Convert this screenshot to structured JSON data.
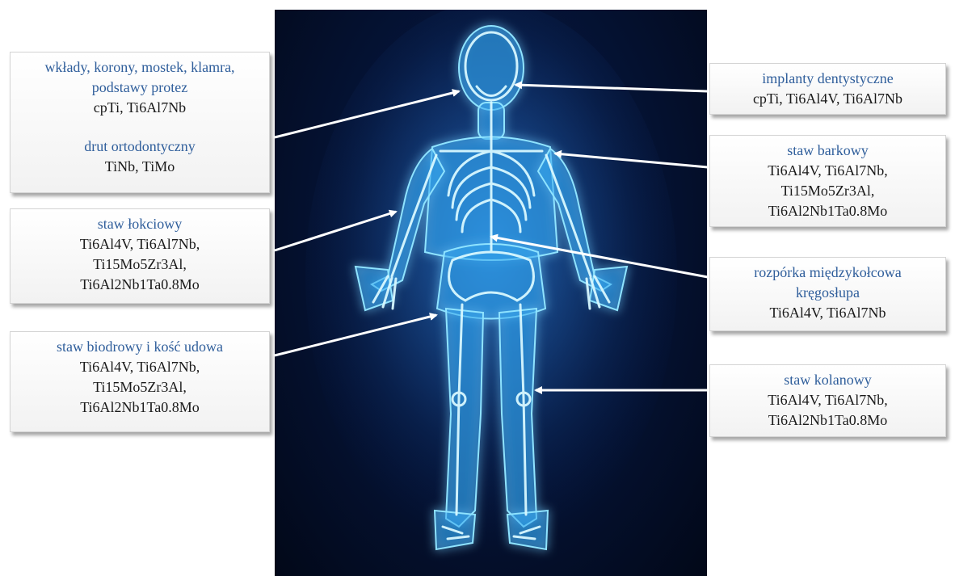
{
  "image": {
    "description": "glowing blue x-ray human skeleton on dark blue background",
    "palette": {
      "bg": "#020818",
      "glow": "#5fd0ff",
      "bone": "#bff2ff"
    }
  },
  "left_labels": [
    {
      "title_lines": [
        "wkłady, korony, mostek, klamra,",
        "podstawy protez"
      ],
      "materials_lines": [
        "cpTi, Ti6Al7Nb"
      ],
      "title2_lines": [
        "drut ortodontyczny"
      ],
      "materials2_lines": [
        "TiNb, TiMo"
      ]
    },
    {
      "title_lines": [
        "staw łokciowy"
      ],
      "materials_lines": [
        "Ti6Al4V, Ti6Al7Nb,",
        "Ti15Mo5Zr3Al,",
        "Ti6Al2Nb1Ta0.8Mo"
      ]
    },
    {
      "title_lines": [
        "staw biodrowy  i kość udowa"
      ],
      "materials_lines": [
        "Ti6Al4V, Ti6Al7Nb,",
        "Ti15Mo5Zr3Al,",
        "Ti6Al2Nb1Ta0.8Mo"
      ]
    }
  ],
  "right_labels": [
    {
      "title_lines": [
        "implanty  dentystyczne"
      ],
      "materials_lines": [
        "cpTi, Ti6Al4V, Ti6Al7Nb"
      ]
    },
    {
      "title_lines": [
        "staw barkowy"
      ],
      "materials_lines": [
        "Ti6Al4V, Ti6Al7Nb,",
        "Ti15Mo5Zr3Al,",
        "Ti6Al2Nb1Ta0.8Mo"
      ]
    },
    {
      "title_lines": [
        "rozpórka międzykołcowa",
        "kręgosłupa"
      ],
      "materials_lines": [
        "Ti6Al4V, Ti6Al7Nb"
      ]
    },
    {
      "title_lines": [
        "staw kolanowy"
      ],
      "materials_lines": [
        "Ti6Al4V, Ti6Al7Nb,",
        "Ti6Al2Nb1Ta0.8Mo"
      ]
    }
  ],
  "colors": {
    "title_text": "#2f5e9b",
    "material_text": "#1a1a1a",
    "arrow": "#ffffff"
  }
}
